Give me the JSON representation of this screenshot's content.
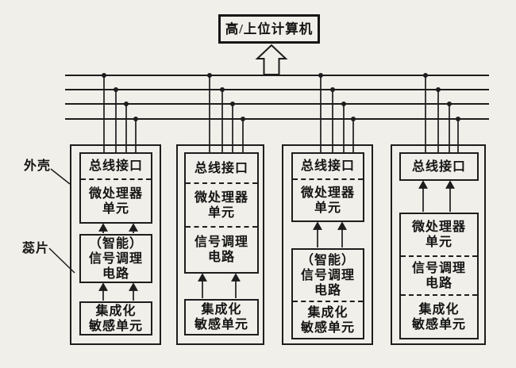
{
  "colors": {
    "background": "#f1efe9",
    "line": "#1d1d1d"
  },
  "host_computer": {
    "label": "高/上位计算机"
  },
  "annotations": {
    "housing": "外壳",
    "chip": "蕊片"
  },
  "bus": {
    "line_count": 4,
    "taps_per_module": 4
  },
  "modules": [
    {
      "id": "module-1",
      "blocks": {
        "bus_interface": "总线接口",
        "mcu": "微处理器\n单元",
        "conditioning": "（智能）\n信号调理\n电路",
        "sensor": "集成化\n敏感单元"
      }
    },
    {
      "id": "module-2",
      "blocks": {
        "bus_interface": "总线接口",
        "mcu": "微处理器\n单元",
        "conditioning": "信号调理\n电路",
        "sensor": "集成化\n敏感单元"
      }
    },
    {
      "id": "module-3",
      "blocks": {
        "bus_interface": "总线接口",
        "mcu": "微处理器\n单元",
        "conditioning": "（智能）\n信号调理\n电路",
        "sensor": "集成化\n敏感单元"
      }
    },
    {
      "id": "module-4",
      "blocks": {
        "bus_interface": "总线接口",
        "mcu": "微处理器\n单元",
        "conditioning": "信号调理\n电路",
        "sensor": "集成化\n敏感单元"
      }
    }
  ]
}
